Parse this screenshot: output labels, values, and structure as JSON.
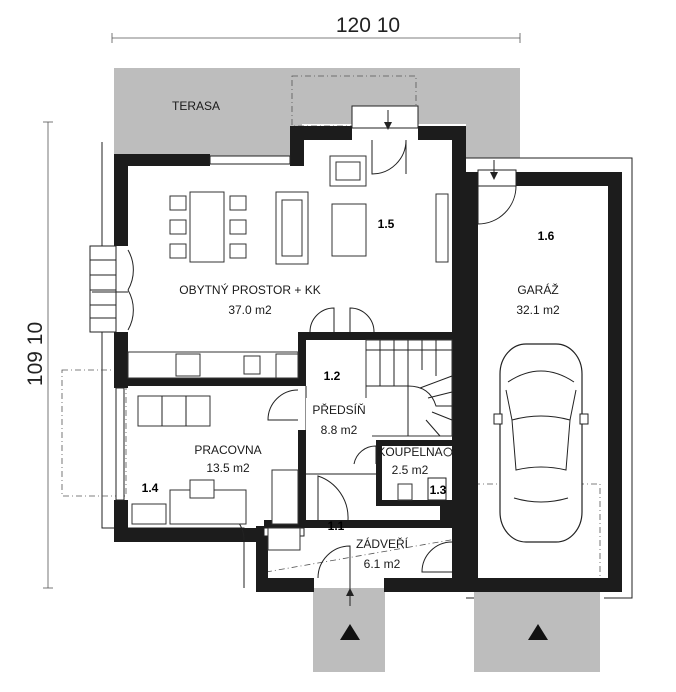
{
  "dimensions": {
    "width": "120 10",
    "height": "109 10"
  },
  "terrace": {
    "label": "TERASA"
  },
  "rooms": [
    {
      "id": "1.1",
      "name": "ZÁDVEŘÍ",
      "area": "6.1 m2"
    },
    {
      "id": "1.2",
      "name": "PŘEDSÍŇ",
      "area": "8.8 m2"
    },
    {
      "id": "1.3",
      "name": "KOUPELNA",
      "area": "2.5 m2"
    },
    {
      "id": "1.4",
      "name": "PRACOVNA",
      "area": "13.5 m2"
    },
    {
      "id": "1.5",
      "name": "OBYTNÝ PROSTOR + KK",
      "area": "37.0 m2"
    },
    {
      "id": "1.6",
      "name": "GARÁŽ",
      "area": "32.1 m2"
    }
  ],
  "colors": {
    "wall": "#1c1c1c",
    "outdoor": "#bdbdbd"
  }
}
